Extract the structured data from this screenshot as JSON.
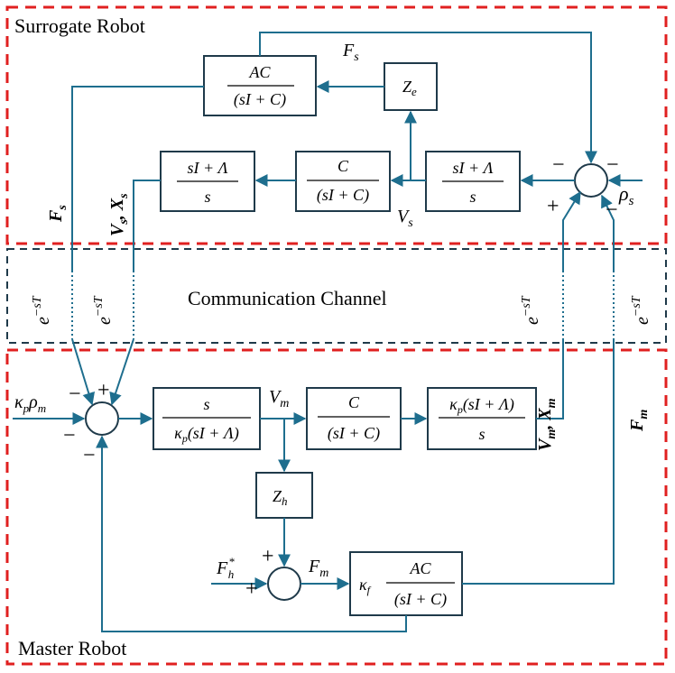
{
  "regions": {
    "surrogate": "Surrogate  Robot",
    "channel": "Communication Channel",
    "master": "Master Robot"
  },
  "blocks": {
    "ac_top_num": "AC",
    "ac_top_den": "(sI + C)",
    "ze": "Z",
    "ze_sub": "e",
    "left_top_num": "sI + Λ",
    "left_top_den": "s",
    "mid_top_num": "C",
    "mid_top_den": "(sI + C)",
    "right_top_num": "sI + Λ",
    "right_top_den": "s",
    "m1_num": "s",
    "m1_den_k": "κ",
    "m1_den_sub": "p",
    "m1_den_rest": "(sI + Λ)",
    "m2_num": "C",
    "m2_den": "(sI + C)",
    "m3_num_k": "κ",
    "m3_num_sub": "p",
    "m3_num_rest": "(sI + Λ)",
    "m3_den": "s",
    "zh": "Z",
    "zh_sub": "h",
    "kf_k": "κ",
    "kf_sub": "f",
    "kf_num": "AC",
    "kf_den": "(sI + C)"
  },
  "signals": {
    "fs_top": "F",
    "fs_top_sub": "s",
    "vs_mid": "V",
    "vs_mid_sub": "s",
    "rho_s": "ρ",
    "rho_s_sub": "s",
    "fs_left": "F",
    "fs_left_sub": "s",
    "vs_xs": "V",
    "vs_xs_sub1": "s",
    "vs_xs_comma": ", ",
    "vs_xs_x": "X",
    "vs_xs_sub2": "s",
    "vm_mid": "V",
    "vm_mid_sub": "m",
    "vm_xm": "V",
    "vm_xm_sub1": "m",
    "vm_xm_comma": ", ",
    "vm_xm_x": "X",
    "vm_xm_sub2": "m",
    "fm_right": "F",
    "fm_right_sub": "m",
    "kp_rho_k": "κ",
    "kp_rho_k_sub": "p",
    "kp_rho_r": "ρ",
    "kp_rho_r_sub": "m",
    "fh": "F",
    "fh_sup": "*",
    "fh_sub": "h",
    "fm_mid": "F",
    "fm_mid_sub": "m",
    "delay_e": "e",
    "delay_exp": "−sT"
  },
  "signs": {
    "plus": "+",
    "minus": "−"
  }
}
